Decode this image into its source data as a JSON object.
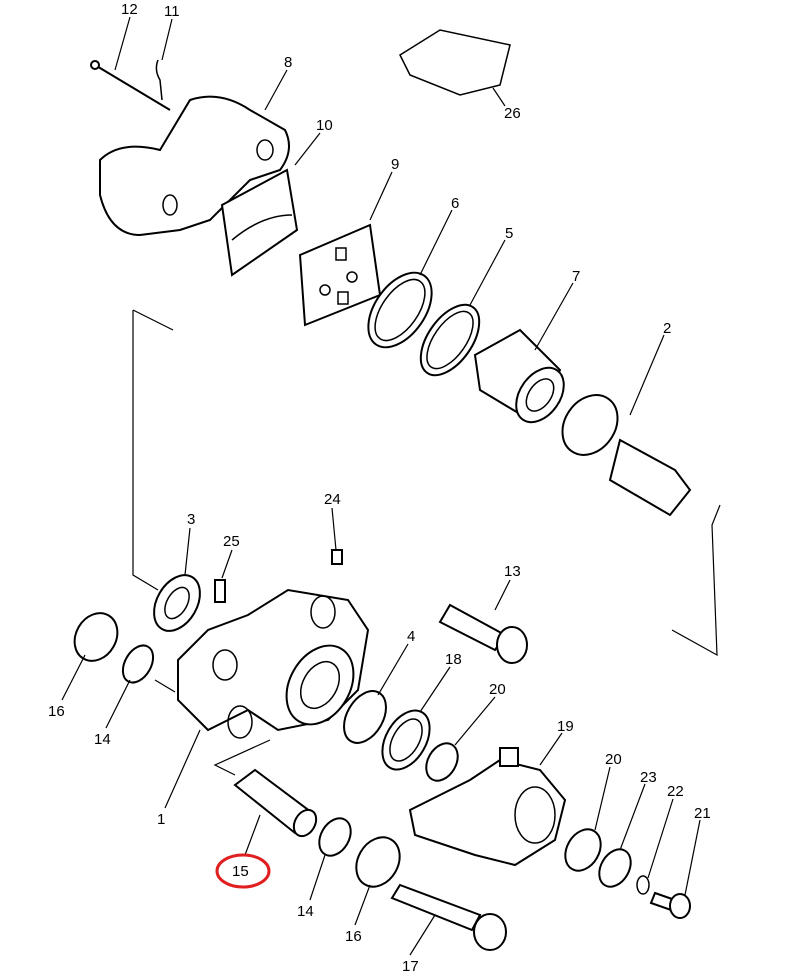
{
  "diagram": {
    "callouts": [
      "12",
      "11",
      "8",
      "26",
      "10",
      "9",
      "6",
      "5",
      "7",
      "2",
      "3",
      "24",
      "25",
      "13",
      "4",
      "18",
      "20",
      "19",
      "16",
      "14",
      "1",
      "15",
      "20",
      "23",
      "22",
      "21",
      "14",
      "16",
      "17"
    ],
    "highlighted_callout": "15",
    "highlight_color": "#e02020"
  }
}
